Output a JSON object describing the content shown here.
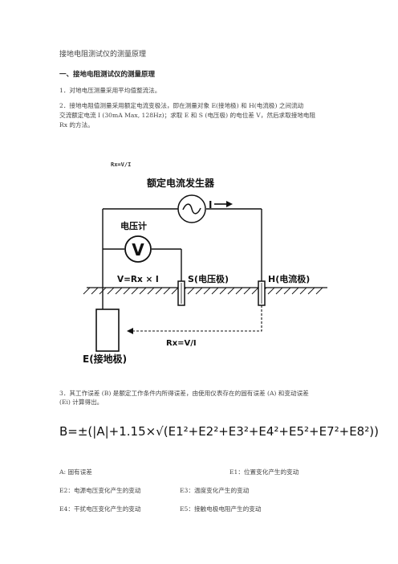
{
  "title": "接地电阻测试仪的测量原理",
  "section1": {
    "heading": "一、接地电阻测试仪的测量原理",
    "p1": "1．对地电压测量采用平均值整流法。",
    "p2_line1": "2．接地电阻值测量采用额定电流变极法，即在测量对象 E(接地极) 和 H(电流极) 之间流动",
    "p2_line2": "交流额定电流 I (30mA Max, 128Hz)；求取 E 和 S (电压极) 的电位差 V，然后求取接地电阻",
    "p2_line3": "Rx 的方法。"
  },
  "diagram": {
    "caption": "Rx=V/I",
    "generator": "额定电流发生器",
    "current": "I",
    "voltmeter_label": "电压计",
    "voltmeter_symbol": "V",
    "equation": "V=Rx × I",
    "s_label": "S(电压极)",
    "h_label": "H(电流极)",
    "e_label": "E(接地极)",
    "formula_bottom": "Rx=V/I"
  },
  "section3": {
    "p3_line1": "3．其工作误差 (B) 是额定工作条件内所得误差，由使用仪表存在的固有误差 (A) 和变动误差",
    "p3_line2": "(Ei) 计算得出。",
    "formula": "B=±(|A|+1.15×√(E1²+E2²+E3²+E4²+E5²+E7²+E8²))"
  },
  "legend": {
    "a": "A:  固有误差",
    "e1": "E1：位置变化产生的变动",
    "e2": "E2：电源电压变化产生的变动",
    "e3": "E3：温度变化产生的变动",
    "e4": "E4：干扰电压变化产生的变动",
    "e5": "E5：接触电极电阻产生的变动"
  }
}
